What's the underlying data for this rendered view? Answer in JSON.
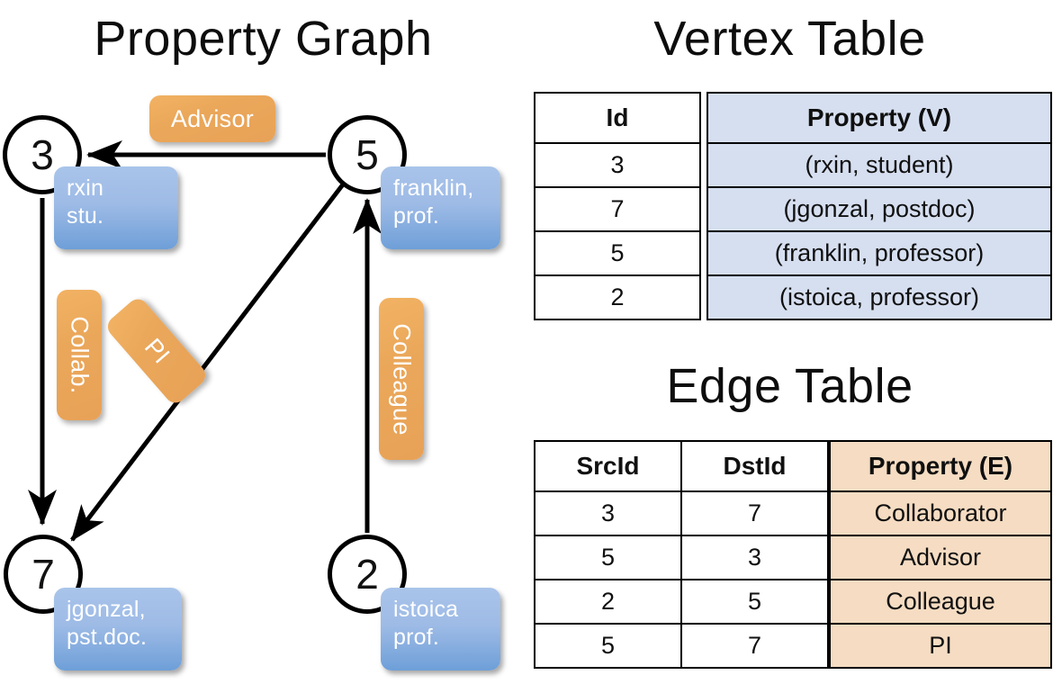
{
  "titles": {
    "property_graph": "Property Graph",
    "vertex_table": "Vertex Table",
    "edge_table": "Edge Table"
  },
  "colors": {
    "vertex_property_fill": "#d6dff0",
    "edge_property_fill": "#f5dcc2",
    "vertex_bubble": "#9ebbe6",
    "edge_chip": "#eaa75a",
    "stroke": "#000000"
  },
  "graph": {
    "nodes": [
      {
        "id": "3",
        "property_line1": "rxin",
        "property_line2": "stu."
      },
      {
        "id": "5",
        "property_line1": "franklin,",
        "property_line2": "prof."
      },
      {
        "id": "7",
        "property_line1": "jgonzal,",
        "property_line2": "pst.doc."
      },
      {
        "id": "2",
        "property_line1": "istoica",
        "property_line2": "prof."
      }
    ],
    "edge_labels": {
      "advisor": "Advisor",
      "collab": "Collab.",
      "colleague": "Colleague",
      "pi": "PI"
    },
    "edges": [
      {
        "src": "5",
        "dst": "3",
        "label": "Advisor"
      },
      {
        "src": "3",
        "dst": "7",
        "label": "Collab."
      },
      {
        "src": "5",
        "dst": "7",
        "label": "PI"
      },
      {
        "src": "2",
        "dst": "5",
        "label": "Colleague"
      }
    ]
  },
  "vertex_table": {
    "headers": {
      "id": "Id",
      "property": "Property (V)"
    },
    "rows": [
      {
        "id": "3",
        "property": "(rxin, student)"
      },
      {
        "id": "7",
        "property": "(jgonzal, postdoc)"
      },
      {
        "id": "5",
        "property": "(franklin, professor)"
      },
      {
        "id": "2",
        "property": "(istoica, professor)"
      }
    ]
  },
  "edge_table": {
    "headers": {
      "src": "SrcId",
      "dst": "DstId",
      "property": "Property (E)"
    },
    "rows": [
      {
        "src": "3",
        "dst": "7",
        "property": "Collaborator"
      },
      {
        "src": "5",
        "dst": "3",
        "property": "Advisor"
      },
      {
        "src": "2",
        "dst": "5",
        "property": "Colleague"
      },
      {
        "src": "5",
        "dst": "7",
        "property": "PI"
      }
    ]
  }
}
